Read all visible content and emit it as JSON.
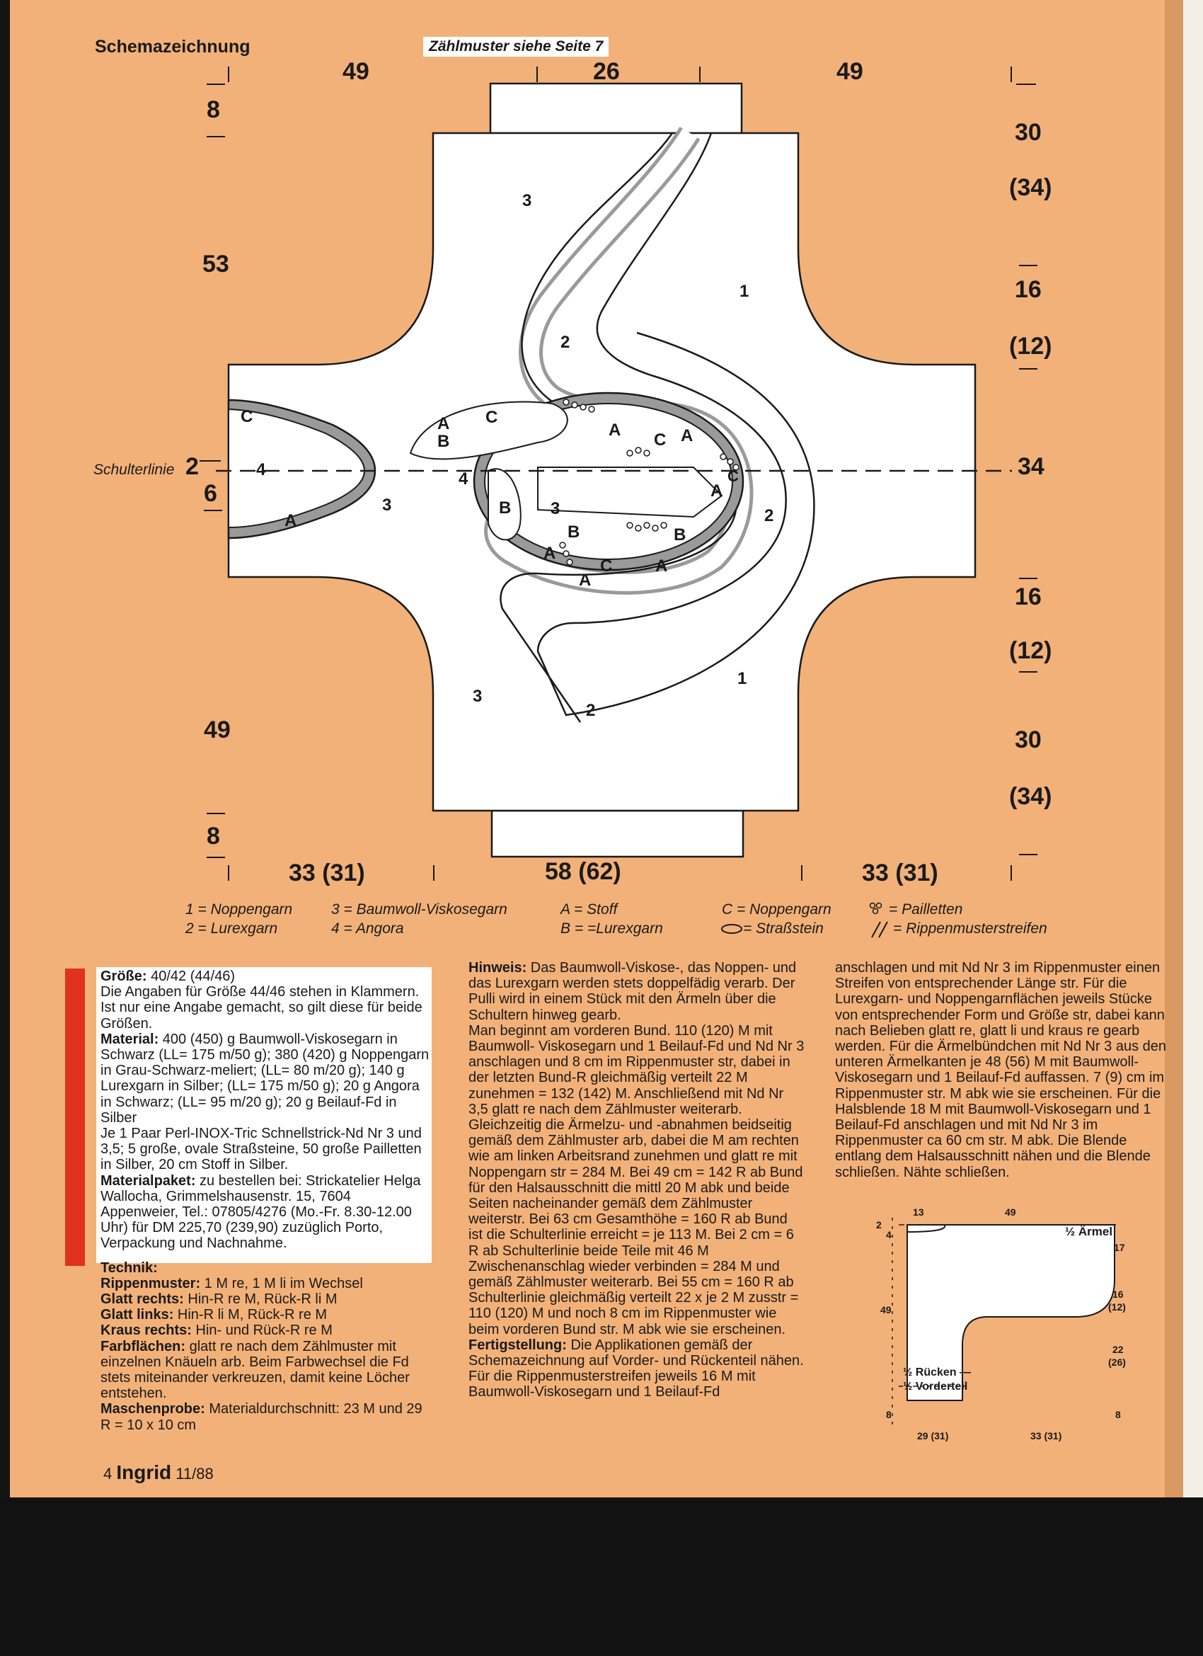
{
  "diagram": {
    "heading": "Schemazeichnung",
    "note": "Zählmuster siehe Seite 7",
    "top_dims": [
      "49",
      "26",
      "49"
    ],
    "left_dims": [
      "8",
      "53",
      "2",
      "6",
      "49",
      "8"
    ],
    "right_dims": [
      "30",
      "(34)",
      "16",
      "(12)",
      "34",
      "16",
      "(12)",
      "30",
      "(34)"
    ],
    "bottom_dims": [
      "33 (31)",
      "58 (62)",
      "33 (31)"
    ],
    "shoulder_label": "Schulterlinie",
    "region_labels": [
      "1",
      "2",
      "3",
      "4"
    ],
    "appliq_labels": [
      "A",
      "B",
      "C"
    ]
  },
  "legend": {
    "items": [
      "1 = Noppengarn",
      "2 = Lurexgarn",
      "3 = Baumwoll-Viskosegarn",
      "4 = Angora",
      "A = Stoff",
      "B = =Lurexgarn",
      "C = Noppengarn",
      "= Straßstein",
      "= Pailletten",
      "= Rippenmusterstreifen"
    ]
  },
  "column1": {
    "groesse_label": "Größe:",
    "groesse_value": " 40/42 (44/46)",
    "groesse_text": "Die Angaben für Größe 44/46 stehen in Klammern. Ist nur eine Angabe gemacht, so gilt diese für beide Größen.",
    "material_label": "Material:",
    "material_text": " 400 (450) g Baumwoll-Viskosegarn in Schwarz (LL= 175 m/50 g); 380 (420) g Noppengarn in Grau-Schwarz-meliert; (LL= 80 m/20 g); 140 g Lurexgarn in Silber; (LL= 175 m/50 g); 20 g Angora in Schwarz; (LL= 95 m/20 g); 20 g Beilauf-Fd in Silber",
    "material_text2": "Je 1 Paar Perl-INOX-Tric Schnellstrick-Nd Nr 3 und 3,5; 5 große, ovale Straßsteine, 50 große Pailletten in Silber, 20 cm Stoff in Silber.",
    "paket_label": "Materialpaket:",
    "paket_text": " zu bestellen bei: Strickatelier Helga Wallocha, Grimmelshausenstr. 15, 7604 Appenweier, Tel.: 07805/4276 (Mo.-Fr. 8.30-12.00 Uhr) für DM 225,70 (239,90) zuzüglich Porto, Verpackung und Nachnahme.",
    "technik_label": "Technik:",
    "rippen_label": "Rippenmuster:",
    "rippen_text": " 1 M re, 1 M li im Wechsel",
    "glattre_label": "Glatt rechts:",
    "glattre_text": " Hin-R re M, Rück-R li M",
    "glattli_label": "Glatt links:",
    "glattli_text": " Hin-R li M, Rück-R re M",
    "kraus_label": "Kraus rechts:",
    "kraus_text": " Hin- und Rück-R re M",
    "farb_label": "Farbflächen:",
    "farb_text": " glatt re nach dem Zählmuster mit einzelnen Knäueln arb. Beim Farbwechsel die Fd stets miteinander verkreuzen, damit keine Löcher entstehen.",
    "probe_label": "Maschenprobe:",
    "probe_text": " Materialdurchschnitt: 23 M und 29 R = 10 x 10 cm"
  },
  "column2": {
    "hinweis_label": "Hinweis:",
    "hinweis_text": " Das Baumwoll-Viskose-, das Noppen- und das Lurexgarn werden stets doppelfädig verarb. Der Pulli wird in einem Stück mit den Ärmeln über die Schultern hinweg gearb.",
    "body_text": "Man beginnt am vorderen Bund. 110 (120) M mit Baumwoll- Viskosegarn und 1 Beilauf-Fd und Nd Nr 3 anschlagen und 8 cm im Rippenmuster str, dabei in der letzten Bund-R gleichmäßig verteilt 22 M zunehmen = 132 (142) M. Anschließend mit Nd Nr 3,5 glatt re nach dem Zählmuster weiterarb. Gleichzeitig die Ärmelzu- und -abnahmen beidseitig gemäß dem Zählmuster arb, dabei die M am rechten wie am linken Arbeitsrand zunehmen und glatt re mit Noppengarn str = 284 M. Bei 49 cm = 142 R ab Bund für den Halsausschnitt die mittl 20 M abk und beide Seiten nacheinander gemäß dem Zählmuster weiterstr. Bei 63 cm Gesamthöhe = 160 R ab Bund ist die Schulterlinie erreicht = je 113 M. Bei 2 cm = 6 R ab Schulterlinie beide Teile mit 46 M Zwischenanschlag wieder verbinden = 284 M und gemäß Zählmuster weiterarb. Bei 55 cm = 160 R ab Schulterlinie gleichmäßig verteilt 22 x je 2 M zusstr = 110 (120) M und noch 8 cm im Rippenmuster wie beim vorderen Bund str. M abk wie sie erscheinen.",
    "fertig_label": "Fertigstellung:",
    "fertig_text": " Die Applikationen gemäß der Schemazeichnung auf Vorder- und Rückenteil nähen. Für die Rippenmusterstreifen jeweils 16 M mit Baumwoll-Viskosegarn und 1 Beilauf-Fd"
  },
  "column3": {
    "text": "anschlagen und mit Nd Nr 3 im Rippenmuster einen Streifen von entsprechender Länge str. Für die Lurexgarn- und Noppengarnflächen jeweils Stücke von entsprechender Form und Größe str, dabei kann nach Belieben glatt re, glatt li und kraus re gearb werden. Für die Ärmelbündchen mit Nd Nr 3 aus den unteren Ärmelkanten je 48 (56) M mit Baumwoll-Viskosegarn und 1 Beilauf-Fd auffassen. 7 (9) cm im Rippenmuster str. M abk wie sie erscheinen. Für die Halsblende 18 M mit Baumwoll-Viskosegarn und 1 Beilauf-Fd anschlagen und mit Nd Nr 3 im Rippenmuster ca 60 cm str. M abk. Die Blende entlang dem Halsausschnitt nähen und die Blende schließen. Nähte schließen."
  },
  "small_diagram": {
    "top": [
      "13",
      "49"
    ],
    "left": [
      "2",
      "4",
      "49",
      "8"
    ],
    "right": [
      "17",
      "16",
      "(12)",
      "22",
      "(26)",
      "8"
    ],
    "bottom": [
      "29 (31)",
      "33 (31)"
    ],
    "label_aermel": "½ Ärmel",
    "label_ruecken": "½ Rücken —",
    "label_vorderteil": "½ Vorderteil"
  },
  "footer": {
    "page": "4",
    "brand": "Ingrid",
    "issue": "11/88"
  }
}
